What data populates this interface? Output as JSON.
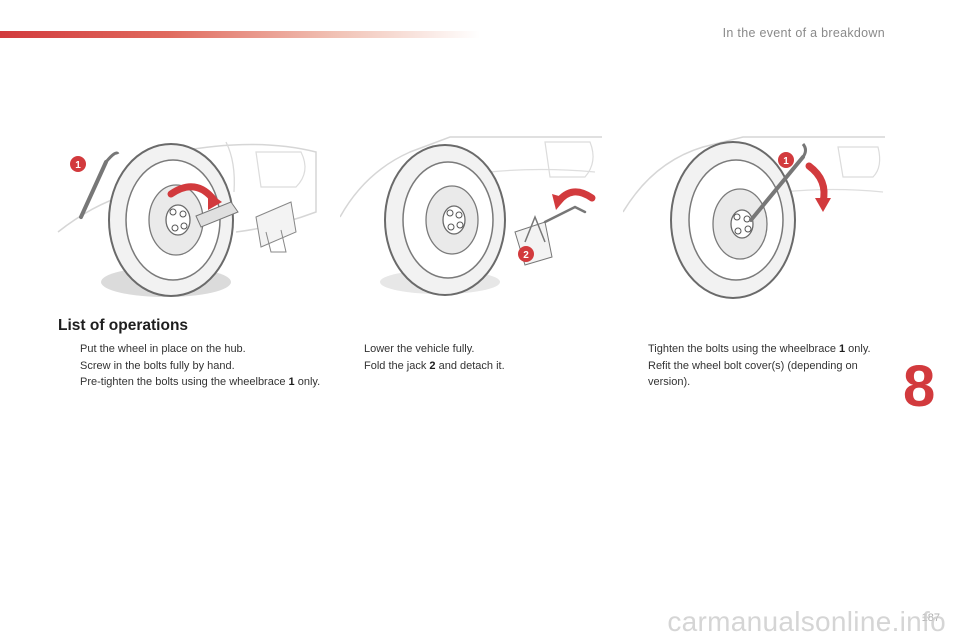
{
  "header": {
    "chapter_title": "In the event of a breakdown"
  },
  "illustrations": [
    {
      "icon": "wheel-bolt-tightening-icon",
      "callout": "1"
    },
    {
      "icon": "jack-lowering-icon",
      "callout": "2"
    },
    {
      "icon": "wheelbrace-tightening-icon",
      "callout": "1"
    }
  ],
  "section": {
    "heading": "List of operations"
  },
  "columns": [
    {
      "steps": [
        {
          "text": "Put the wheel in place on the hub."
        },
        {
          "text": "Screw in the bolts fully by hand."
        },
        {
          "before": "Pre-tighten the bolts using the wheelbrace ",
          "ref": "1",
          "after": " only."
        }
      ]
    },
    {
      "steps": [
        {
          "text": "Lower the vehicle fully."
        },
        {
          "before": "Fold the jack ",
          "ref": "2",
          "after": " and detach it."
        }
      ]
    },
    {
      "steps": [
        {
          "before": "Tighten the bolts using the wheelbrace ",
          "ref": "1",
          "after": " only."
        },
        {
          "text": "Refit the wheel bolt cover(s) (depending on version)."
        }
      ]
    }
  ],
  "bullet_glyph": "",
  "chapter_number": "8",
  "page_number": "187",
  "watermark": "carmanualsonline.info",
  "colors": {
    "accent": "#d23a3d",
    "text": "#333333"
  }
}
